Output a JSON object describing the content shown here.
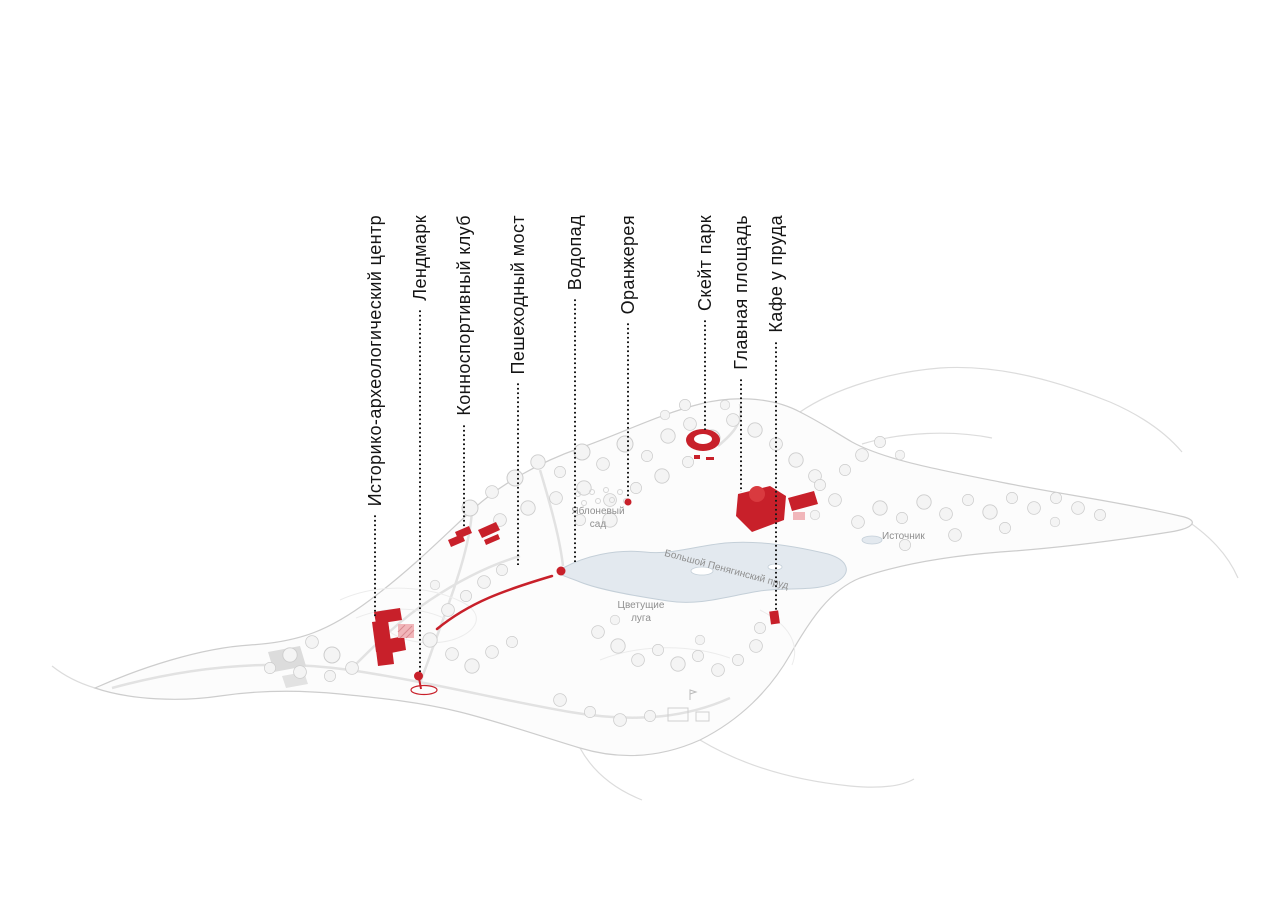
{
  "colors": {
    "accent": "#c8202a",
    "accent_light": "#f1b6ba",
    "pond_fill": "#e3e9ef",
    "map_outline": "#cdcdcd",
    "label_text": "#141414",
    "map_text": "#8f8f8f"
  },
  "pois": [
    {
      "label": "Историко-археологический центр"
    },
    {
      "label": "Лендмарк"
    },
    {
      "label": "Конноспортивный клуб"
    },
    {
      "label": "Пешеходный мост"
    },
    {
      "label": "Водопад"
    },
    {
      "label": "Оранжерея"
    },
    {
      "label": "Скейт парк"
    },
    {
      "label": "Главная площадь"
    },
    {
      "label": "Кафе у пруда"
    }
  ],
  "map_labels": {
    "orchard": [
      "Яблоневый",
      "сад"
    ],
    "pond": "Большой Пенягинский пруд",
    "meadows": [
      "Цветущие",
      "луга"
    ],
    "spring": "Источник"
  }
}
